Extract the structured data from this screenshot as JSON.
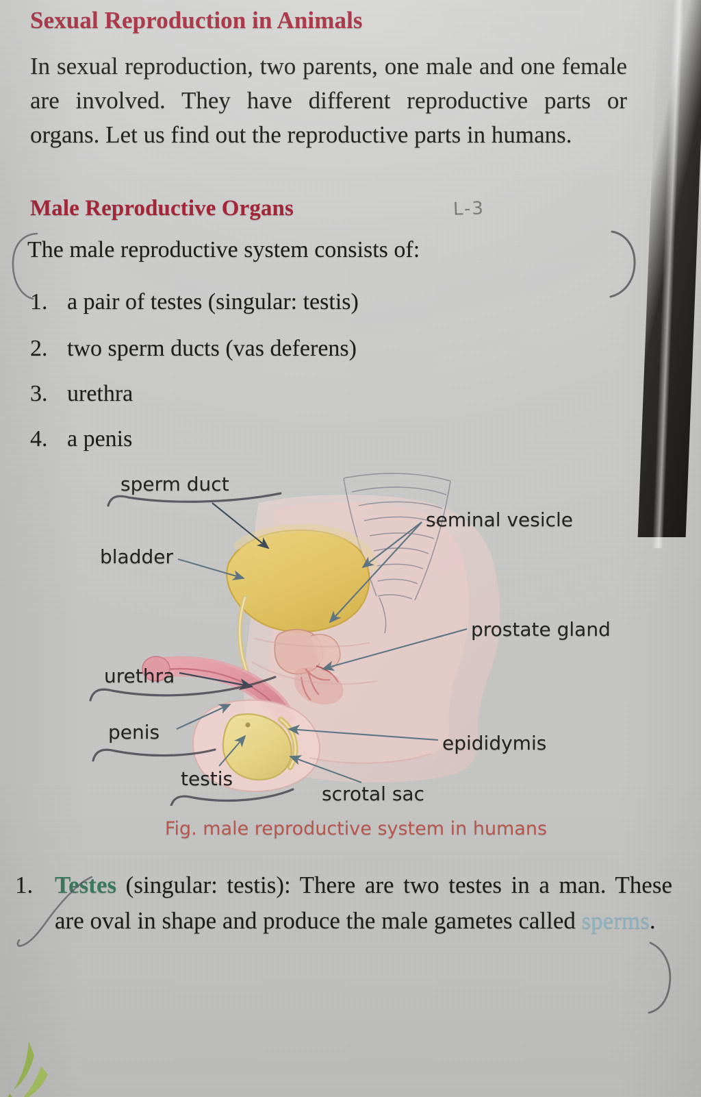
{
  "page": {
    "title": "Sexual Reproduction in Animals",
    "intro": "In sexual reproduction, two parents, one male and one female are involved. They have different reproductive parts or organs. Let us find out the reproductive parts in humans.",
    "subheading": "Male Reproductive Organs",
    "handwritten_note": "L-3",
    "lead_in": "The male reproductive system consists of:",
    "list": [
      {
        "num": "1.",
        "text": "a pair of testes (singular: testis)"
      },
      {
        "num": "2.",
        "text": "two sperm ducts (vas deferens)"
      },
      {
        "num": "3.",
        "text": "urethra"
      },
      {
        "num": "4.",
        "text": "a penis"
      }
    ]
  },
  "figure": {
    "caption": "Fig. male reproductive system in humans",
    "labels": {
      "sperm_duct": "sperm duct",
      "seminal_vesicle": "seminal vesicle",
      "bladder": "bladder",
      "prostate_gland": "prostate gland",
      "urethra": "urethra",
      "penis": "penis",
      "epididymis": "epididymis",
      "testis": "testis",
      "scrotal_sac": "scrotal sac"
    }
  },
  "paragraph": {
    "num": "1.",
    "keyword": "Testes",
    "mid": " (singular: testis): There are two testes in a man. These are oval in shape and produce the male gametes called ",
    "highlight": "sperms",
    "end": "."
  },
  "colors": {
    "heading_red": "#a32638",
    "body_text": "#1d1c1b",
    "caption_red": "#b8574f",
    "keyword_green": "#3c7a5f",
    "highlight_blue": "#90b6c6",
    "paper": "#cccccb",
    "pencil": "#55525a",
    "leader_line": "#4a5e6b"
  }
}
